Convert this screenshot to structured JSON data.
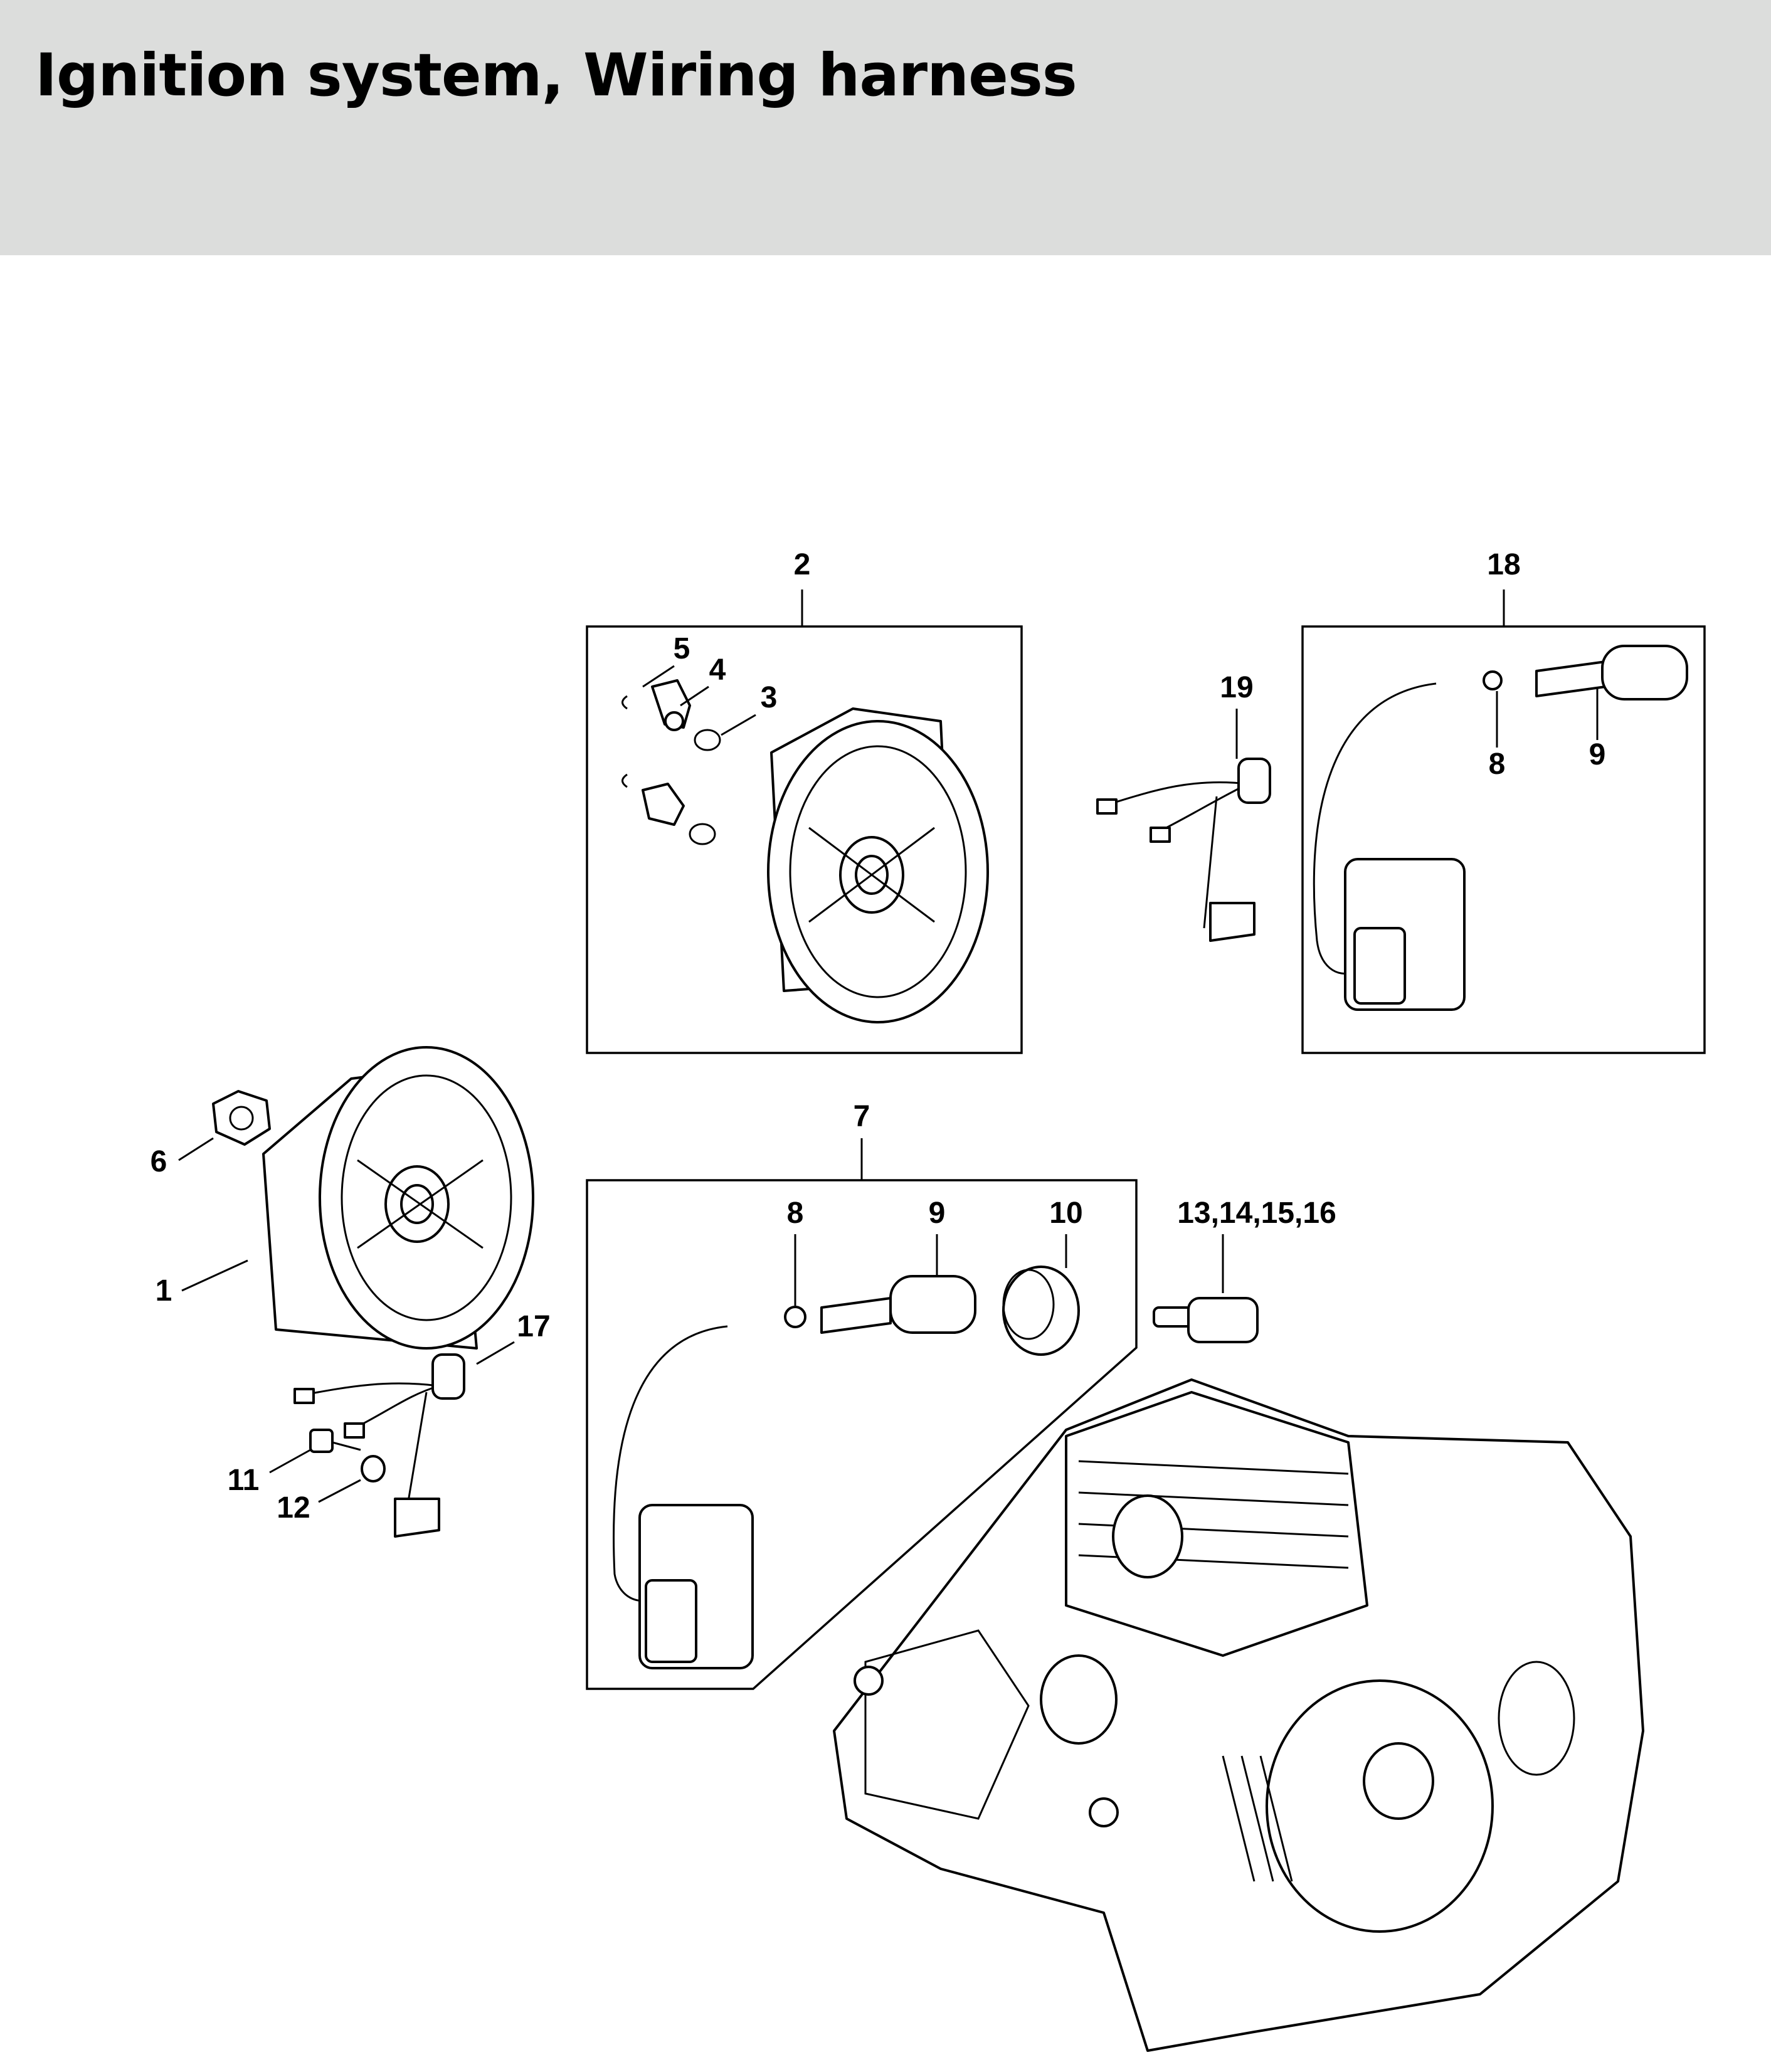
{
  "title": "Ignition system, Wiring harness",
  "callouts": {
    "c2": "2",
    "c18": "18",
    "c5": "5",
    "c4": "4",
    "c3": "3",
    "c19": "19",
    "c8a": "8",
    "c9a": "9",
    "c6": "6",
    "c7": "7",
    "c8b": "8",
    "c9b": "9",
    "c10": "10",
    "c13": "13,14,15,16",
    "c1": "1",
    "c17": "17",
    "c11": "11",
    "c12": "12"
  }
}
